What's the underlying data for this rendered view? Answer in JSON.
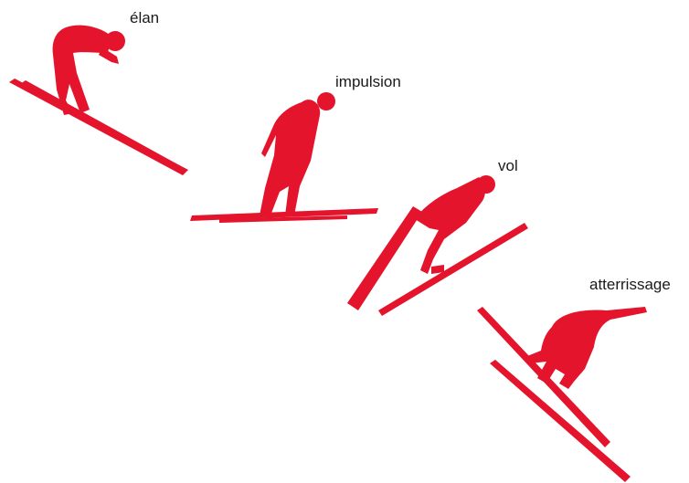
{
  "diagram": {
    "accent_color": "#e3142c",
    "phases": [
      {
        "label": "élan",
        "icon": "skier-crouch-icon"
      },
      {
        "label": "impulsion",
        "icon": "skier-takeoff-icon"
      },
      {
        "label": "vol",
        "icon": "skier-flight-icon"
      },
      {
        "label": "atterrissage",
        "icon": "skier-landing-icon"
      }
    ]
  }
}
